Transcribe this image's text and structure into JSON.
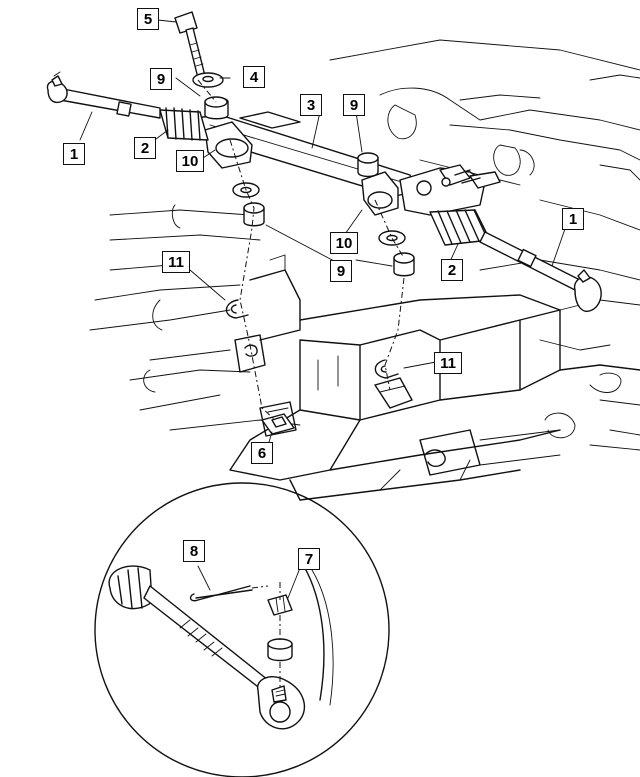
{
  "callouts": {
    "c5": "5",
    "c4": "4",
    "c9a": "9",
    "c3": "3",
    "c9b": "9",
    "c1a": "1",
    "c2a": "2",
    "c10a": "10",
    "c1b": "1",
    "c10b": "10",
    "c2b": "2",
    "c9c": "9",
    "c11a": "11",
    "c11b": "11",
    "c6": "6",
    "c8": "8",
    "c7": "7"
  }
}
